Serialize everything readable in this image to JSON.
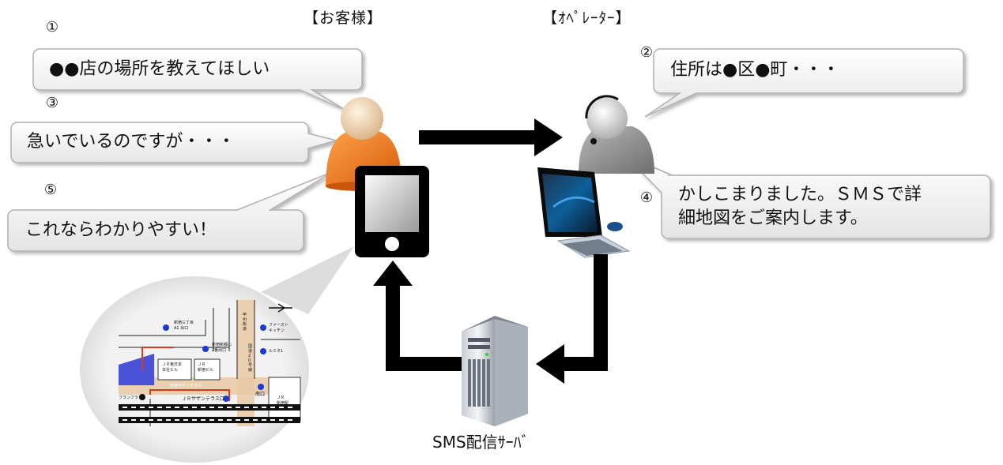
{
  "headers": {
    "customer": "【お客様】",
    "operator": "【ｵﾍﾟﾚｰﾀｰ】"
  },
  "steps": {
    "s1": {
      "num": "①",
      "text": "●●店の場所を教えてほしい"
    },
    "s2": {
      "num": "②",
      "text": "住所は●区●町・・・"
    },
    "s3": {
      "num": "③",
      "text": "急いでいるのですが・・・"
    },
    "s4": {
      "num": "④",
      "line1": "かしこまりました。ＳＭＳで詳",
      "line2": "細地図をご案内します。"
    },
    "s5": {
      "num": "⑤",
      "text": "これならわかりやすい！"
    }
  },
  "server_label": "SMS配信ｻｰﾊﾞ",
  "map": {
    "labels": {
      "exit_a1": "新宿三丁目\nA1 出口",
      "exit_2": "新宿新都心\n2番出口",
      "first_kitchen": "ファースト\nキッチン",
      "lumine1": "ルミネ1",
      "jr_east_hq": "ＪＲ東日本\n本社ビル",
      "jr_shinjuku_bldg": "ＪＲ\n新宿ビル",
      "southern_terrace": "新宿サザンテラス",
      "southern_terrace_exit": "ＪＲサザンテラス口",
      "south_exit": "南口",
      "jr_station": "ＪＲ\n新宿駅",
      "francfranc": "フランフラン",
      "koshu_kaido": "甲州街道",
      "route20": "国道20号線"
    }
  },
  "colors": {
    "customer": "#e8701a",
    "operator": "#8a8a8a",
    "arrow": "#000000",
    "bubble_border": "#b0b0b0"
  }
}
